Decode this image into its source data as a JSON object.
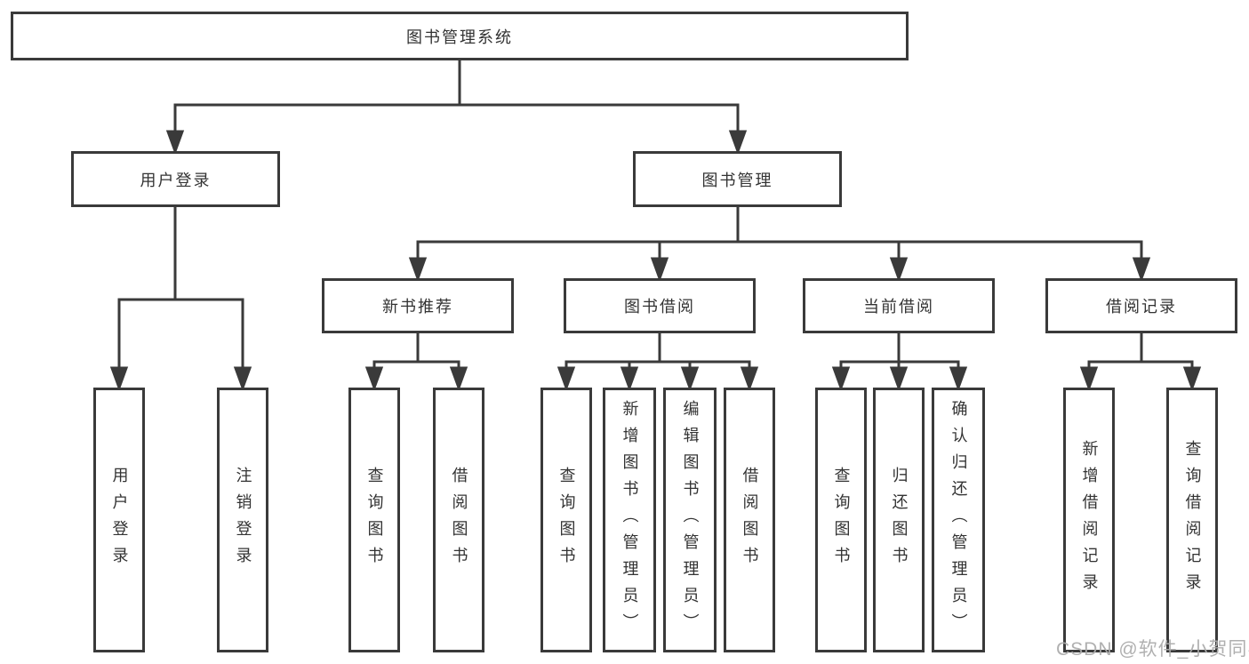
{
  "title": "图书管理系统",
  "branches": {
    "user_login": {
      "label": "用户登录",
      "leaves": {
        "login": "用户登录",
        "logout": "注销登录"
      }
    },
    "book_mgmt": {
      "label": "图书管理",
      "sections": {
        "new_book": {
          "label": "新书推荐",
          "leaves": {
            "query": "查询图书",
            "borrow": "借阅图书"
          }
        },
        "book_borrow": {
          "label": "图书借阅",
          "leaves": {
            "query": "查询图书",
            "add": "新增图书（管理员）",
            "edit": "编辑图书（管理员）",
            "borrow": "借阅图书"
          }
        },
        "current_borrow": {
          "label": "当前借阅",
          "leaves": {
            "query": "查询图书",
            "return": "归还图书",
            "confirm": "确认归还（管理员）"
          }
        },
        "borrow_record": {
          "label": "借阅记录",
          "leaves": {
            "add": "新增借阅记录",
            "query": "查询借阅记录"
          }
        }
      }
    }
  },
  "watermark": "CSDN @软件_小贺同学",
  "colors": {
    "line": "#3a3a3a",
    "border": "#3a3a3a",
    "text": "#333333",
    "watermark": "#acacac",
    "background": "#ffffff"
  }
}
